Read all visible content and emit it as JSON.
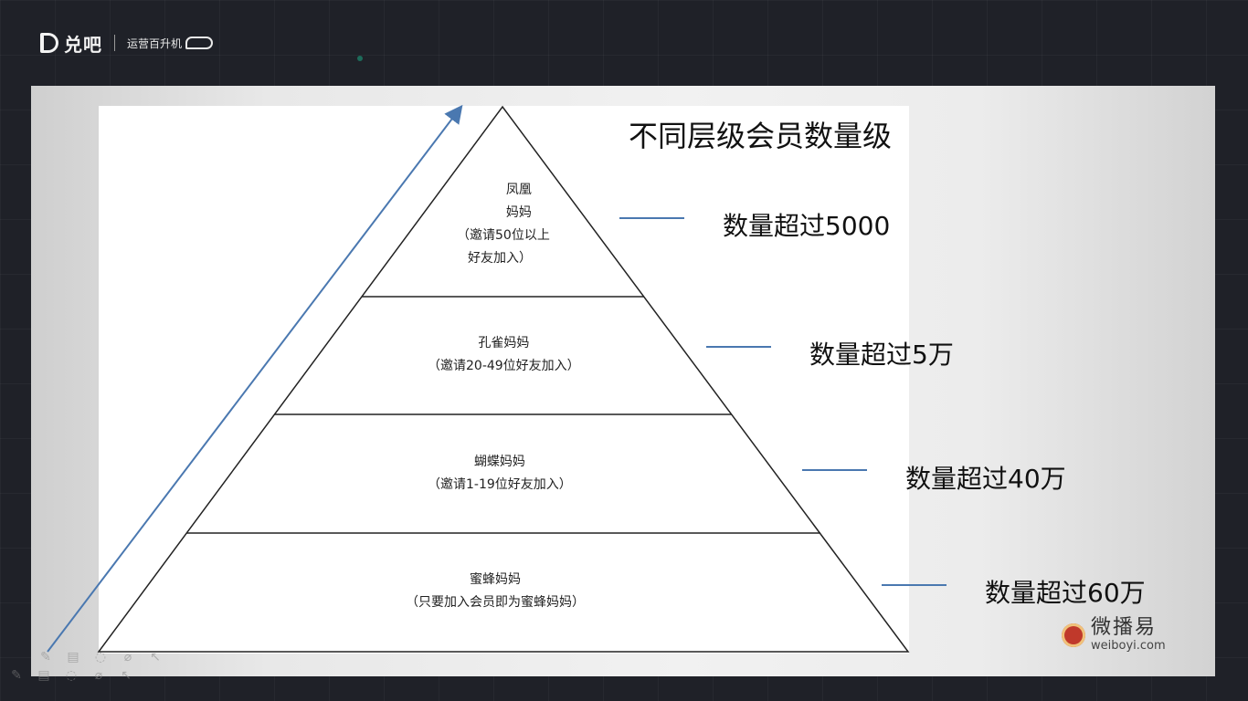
{
  "brand": {
    "logo_text": "兑吧",
    "sub_text": "运营百升机"
  },
  "slide": {
    "title": "不同层级会员数量级",
    "tiers": [
      {
        "lines": [
          "凤凰",
          "妈妈",
          "（邀请50位以上",
          "好友加入）"
        ],
        "count": "数量超过5000"
      },
      {
        "lines": [
          "孔雀妈妈",
          "（邀请20-49位好友加入）"
        ],
        "count": "数量超过5万"
      },
      {
        "lines": [
          "蝴蝶妈妈",
          "（邀请1-19位好友加入）"
        ],
        "count": "数量超过40万"
      },
      {
        "lines": [
          "蜜蜂妈妈",
          "（只要加入会员即为蜜蜂妈妈）"
        ],
        "count": "数量超过60万"
      }
    ]
  },
  "watermark": {
    "cn": "微播易",
    "en": "weiboyi.com"
  },
  "colors": {
    "arrow": "#4a78b0",
    "connector": "#4a78b0",
    "pyramid_stroke": "#222222"
  },
  "toolbar": {
    "icons": [
      "pen-icon",
      "keyboard-icon",
      "eraser-icon",
      "highlighter-icon",
      "pointer-icon"
    ]
  }
}
